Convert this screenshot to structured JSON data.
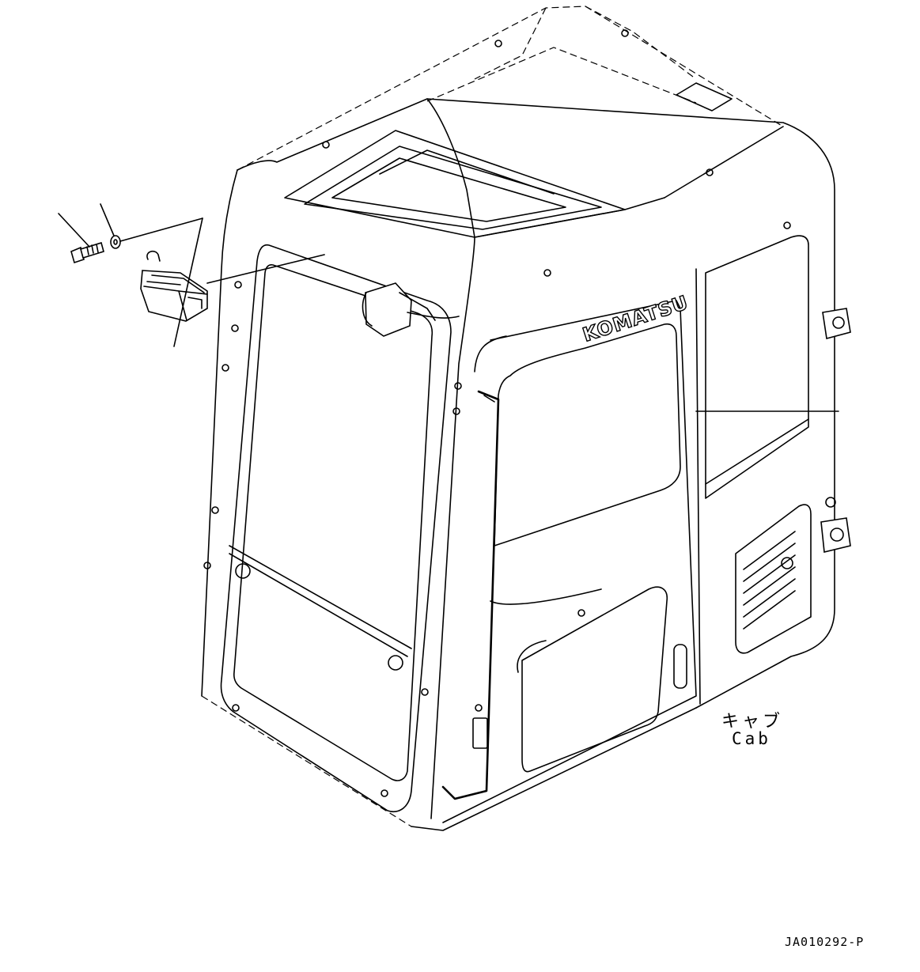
{
  "figure": {
    "brand_text": "KOMATSU",
    "cab_label_jp": "キャブ",
    "cab_label_en": "Cab",
    "drawing_code": "JA010292-P"
  },
  "parts": [
    {
      "id": "bolt"
    },
    {
      "id": "washer"
    },
    {
      "id": "work-lamp"
    }
  ]
}
